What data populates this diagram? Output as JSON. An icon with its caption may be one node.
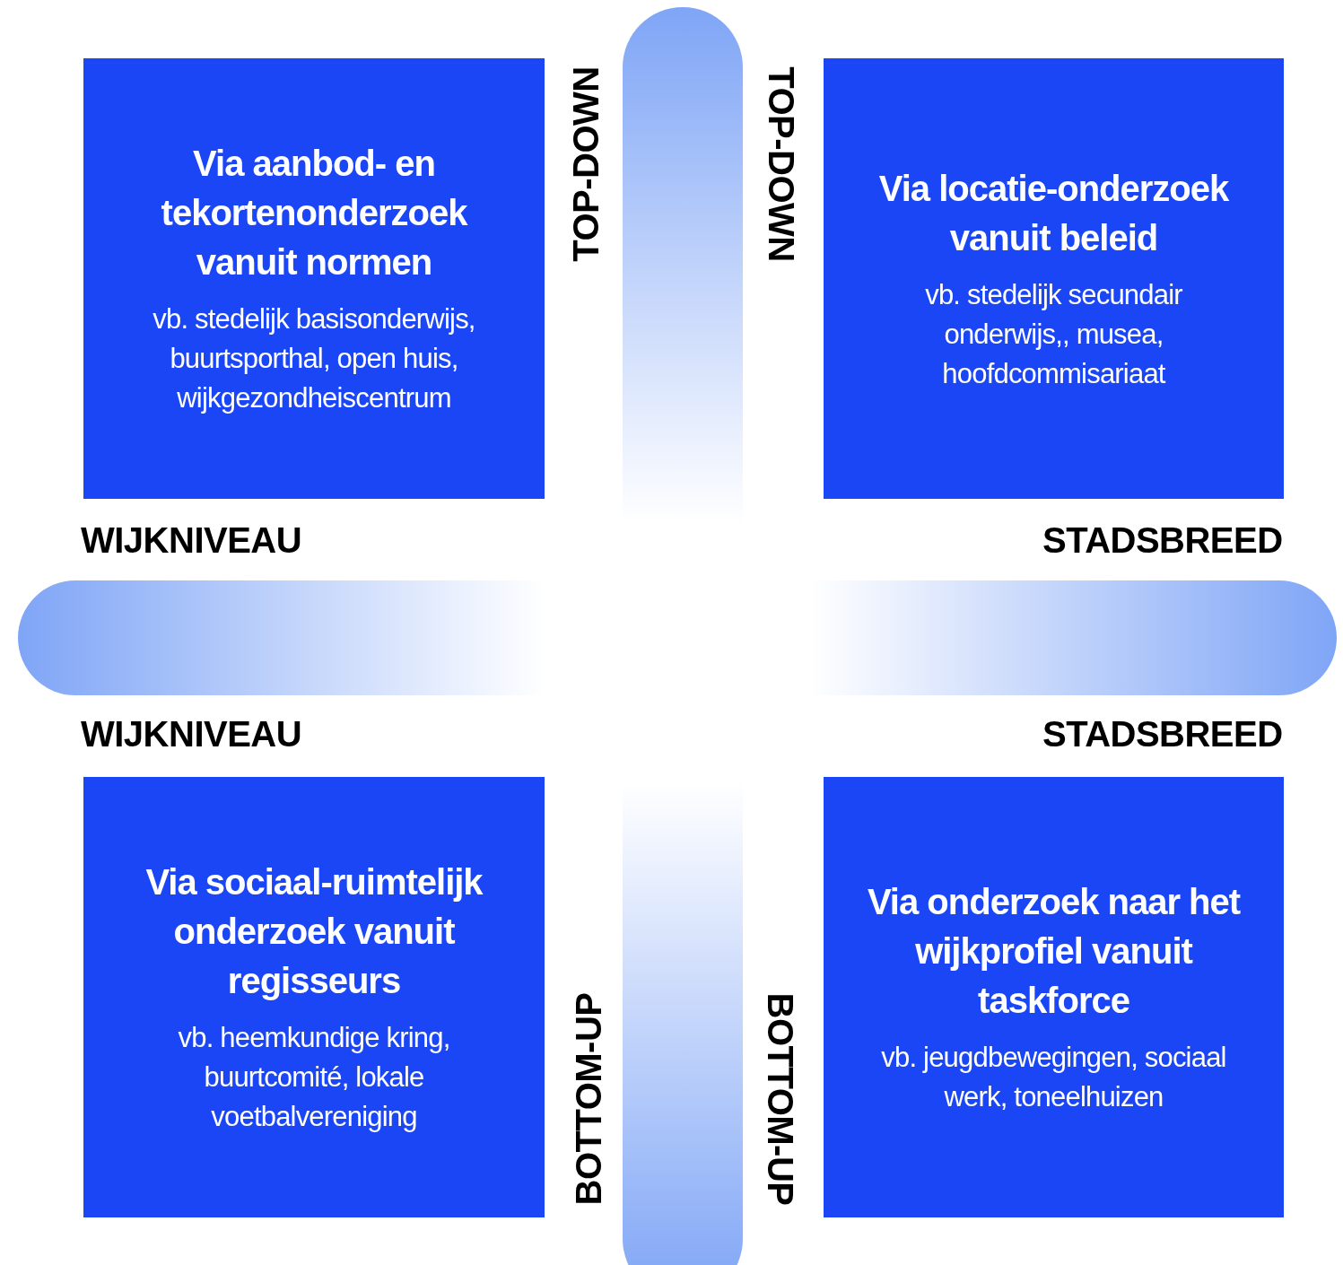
{
  "diagram": {
    "nodes": [
      {
        "text": [
          "Via aanbod- en tekortenonderzoek vanuit normen",
          "vb. stedelijk basisonderwijs, buurtsporthal, open huis, wijkgezondheiscentrum"
        ]
      },
      {
        "text": [
          "Via locatie-onderzoek vanuit beleid",
          "vb. stedelijk secundair onderwijs,, musea, hoofdcommisariaat"
        ]
      },
      {
        "text": [
          "Via sociaal-ruimtelijk onderzoek vanuit regisseurs",
          "vb. heemkundige kring, buurtcomité, lokale voetbalvereniging"
        ]
      },
      {
        "text": [
          "Via onderzoek naar het wijkprofiel vanuit taskforce",
          "vb. jeugdbewegingen, sociaal werk, toneelhuizen"
        ]
      }
    ],
    "labels": [
      "TOP-DOWN",
      "TOP-DOWN",
      "WIJKNIVEAU",
      "STADSBREED",
      "WIJKNIVEAU",
      "STADSBREED",
      "BOTTOM-UP",
      "BOTTOM-UP"
    ]
  }
}
